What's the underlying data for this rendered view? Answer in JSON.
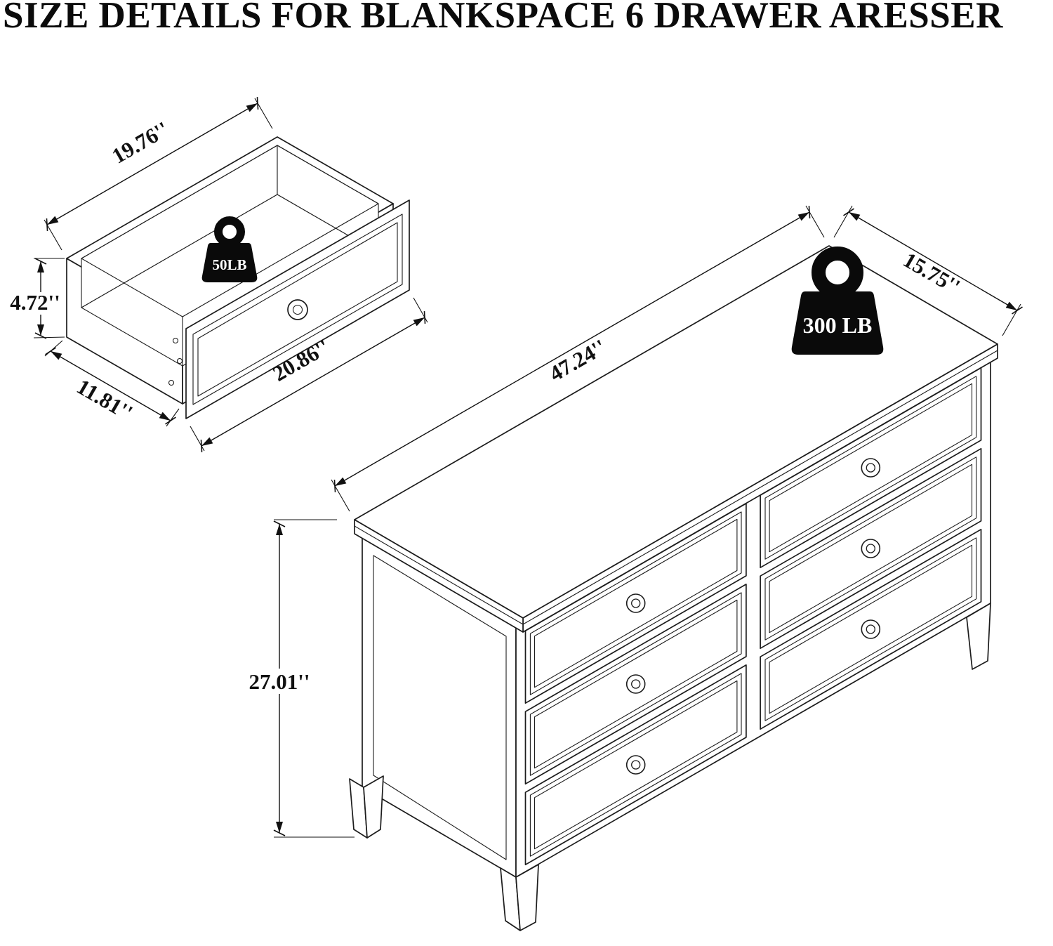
{
  "palette": {
    "ink": "#111111",
    "paper": "#ffffff",
    "icon_fill": "#0a0a0a"
  },
  "title": "SIZE DETAILS FOR BLANKSPACE 6 DRAWER ARESSER",
  "drawer_detail": {
    "name": "single drawer",
    "dims": {
      "top_length": "19.76''",
      "height": "4.72''",
      "side_depth": "11.81''",
      "front_width": "20.86''"
    },
    "weight": {
      "icon": "weight-icon",
      "label": "50LB"
    }
  },
  "dresser": {
    "name": "6 drawer dresser",
    "drawer_count": 6,
    "dims": {
      "top_depth": "15.75''",
      "width": "47.24''",
      "height": "27.01''"
    },
    "weight": {
      "icon": "weight-icon",
      "label": "300 LB"
    }
  }
}
